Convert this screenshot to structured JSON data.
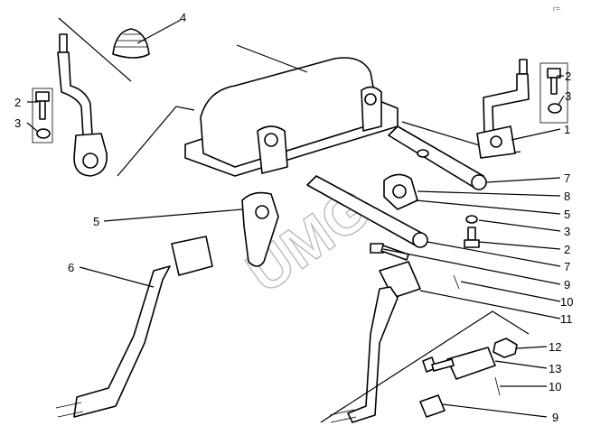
{
  "diagram": {
    "watermark": "UMG",
    "corner_mark": "r'=",
    "callouts": [
      {
        "id": "c4",
        "number": "4"
      },
      {
        "id": "c2l",
        "number": "2"
      },
      {
        "id": "c3l",
        "number": "3"
      },
      {
        "id": "c2r",
        "number": "2"
      },
      {
        "id": "c3r",
        "number": "3"
      },
      {
        "id": "c1",
        "number": "1"
      },
      {
        "id": "c7a",
        "number": "7"
      },
      {
        "id": "c8",
        "number": "8"
      },
      {
        "id": "c5r",
        "number": "5"
      },
      {
        "id": "c3m",
        "number": "3"
      },
      {
        "id": "c2m",
        "number": "2"
      },
      {
        "id": "c7b",
        "number": "7"
      },
      {
        "id": "c9a",
        "number": "9"
      },
      {
        "id": "c10a",
        "number": "10"
      },
      {
        "id": "c11",
        "number": "11"
      },
      {
        "id": "c12",
        "number": "12"
      },
      {
        "id": "c13",
        "number": "13"
      },
      {
        "id": "c10b",
        "number": "10"
      },
      {
        "id": "c9b",
        "number": "9"
      },
      {
        "id": "c5l",
        "number": "5"
      },
      {
        "id": "c6",
        "number": "6"
      }
    ]
  }
}
